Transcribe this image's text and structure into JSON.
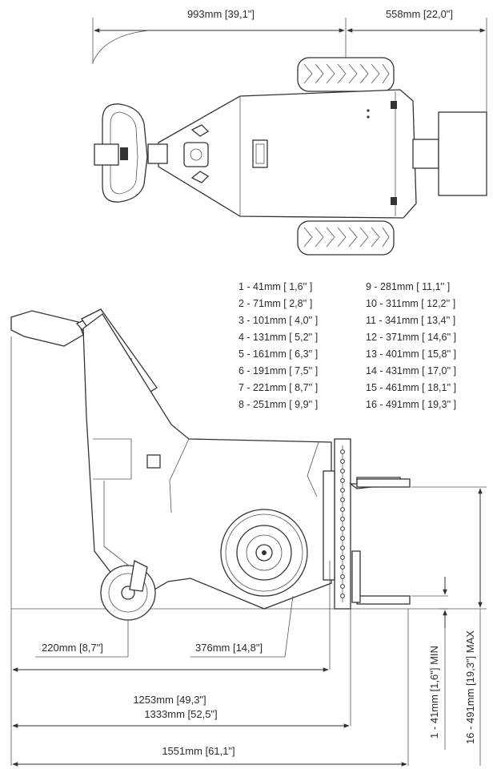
{
  "top_view": {
    "length_dim": "993mm [39,1\"]",
    "width_dim": "558mm [22,0\"]"
  },
  "height_table": [
    "1 - 41mm [ 1,6'' ]",
    "2 - 71mm [ 2,8'' ]",
    "3 - 101mm [ 4,0'' ]",
    "4 - 131mm [ 5,2'' ]",
    "5 - 161mm [ 6,3'' ]",
    "6 - 191mm [ 7,5'' ]",
    "7 - 221mm [ 8,7'' ]",
    "8 - 251mm [ 9,9'' ]",
    "9 - 281mm [ 11,1'' ]",
    "10 - 311mm [ 12,2'' ]",
    "11 - 341mm [ 13,4'' ]",
    "12 - 371mm [ 14,6'' ]",
    "13 - 401mm [ 15,8'' ]",
    "14 - 431mm [ 17,0'' ]",
    "15 - 461mm [ 18,1'' ]",
    "16 - 491mm [ 19,3'' ]"
  ],
  "side_view": {
    "front_wheel_dim": "220mm [8,7\"]",
    "rear_wheel_dim": "376mm [14,8\"]",
    "length_1": "1253mm  [49,3\"]",
    "length_2": "1333mm [52,5\"]",
    "length_3": "1551mm [61,1\"]",
    "min_height": "1 - 41mm [1,6\"] MIN",
    "max_height": "16 - 491mm [19,3\"] MAX"
  }
}
